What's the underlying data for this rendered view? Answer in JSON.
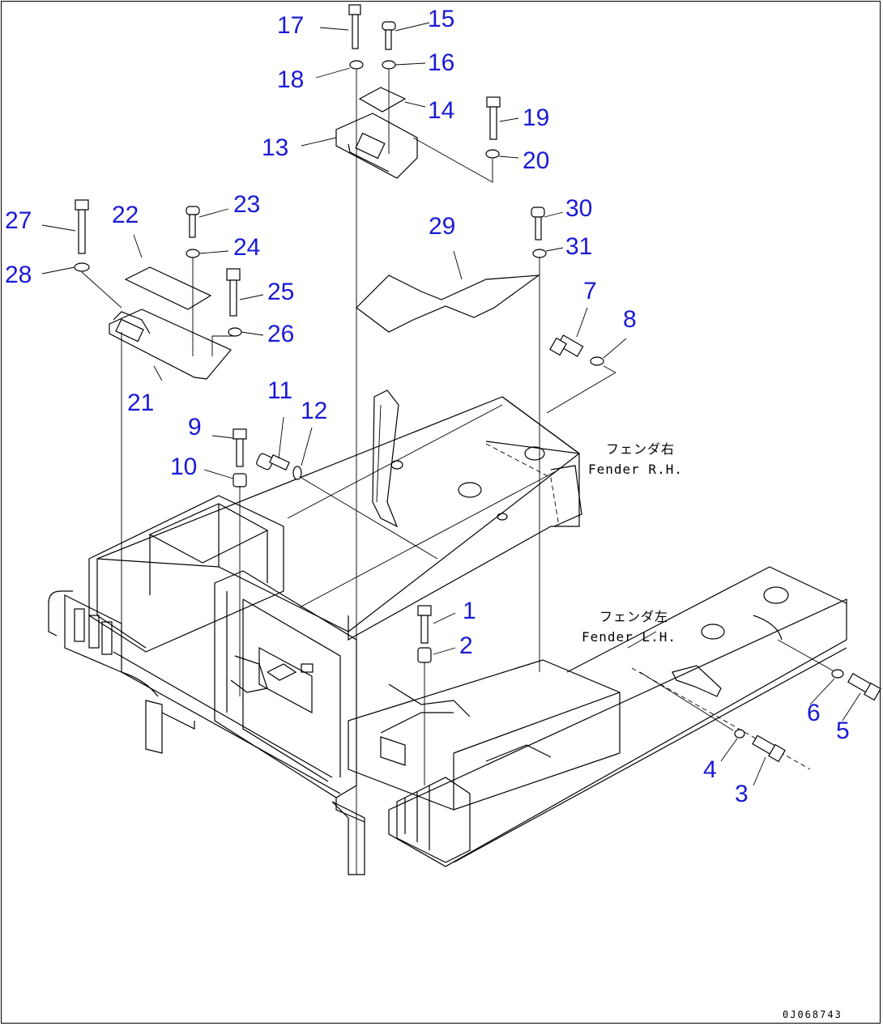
{
  "diagram": {
    "callouts": [
      "1",
      "2",
      "3",
      "4",
      "5",
      "6",
      "7",
      "8",
      "9",
      "10",
      "11",
      "12",
      "13",
      "14",
      "15",
      "16",
      "17",
      "18",
      "19",
      "20",
      "21",
      "22",
      "23",
      "24",
      "25",
      "26",
      "27",
      "28",
      "29",
      "30",
      "31"
    ],
    "annotations": {
      "fender_rh_jp": "フェンダ右",
      "fender_rh_en": "Fender R.H.",
      "fender_lh_jp": "フェンダ左",
      "fender_lh_en": "Fender L.H."
    },
    "drawing_number": "0J068743"
  }
}
